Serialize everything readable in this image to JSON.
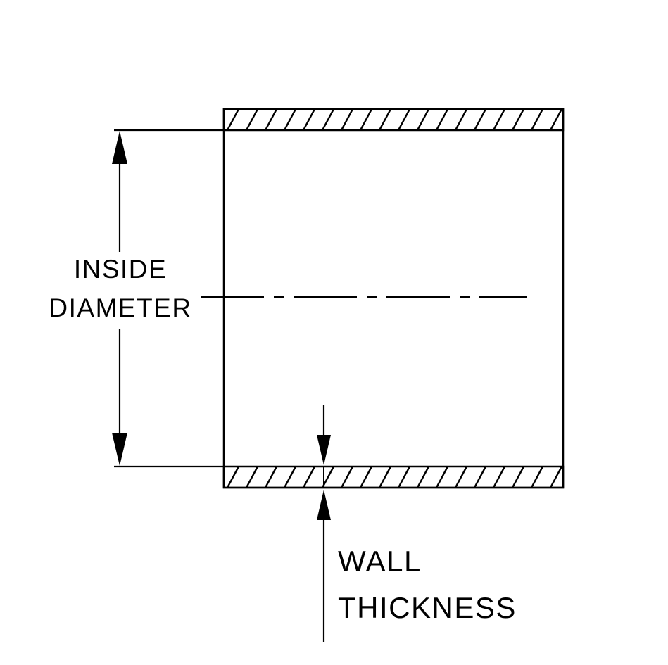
{
  "diagram": {
    "type": "engineering-cross-section",
    "subject": "hose-tube-cross-section",
    "labels": {
      "inside_diameter_line1": "INSIDE",
      "inside_diameter_line2": "DIAMETER",
      "wall_thickness_line1": "WALL",
      "wall_thickness_line2": "THICKNESS"
    },
    "colors": {
      "line": "#000000",
      "background": "#ffffff"
    }
  }
}
